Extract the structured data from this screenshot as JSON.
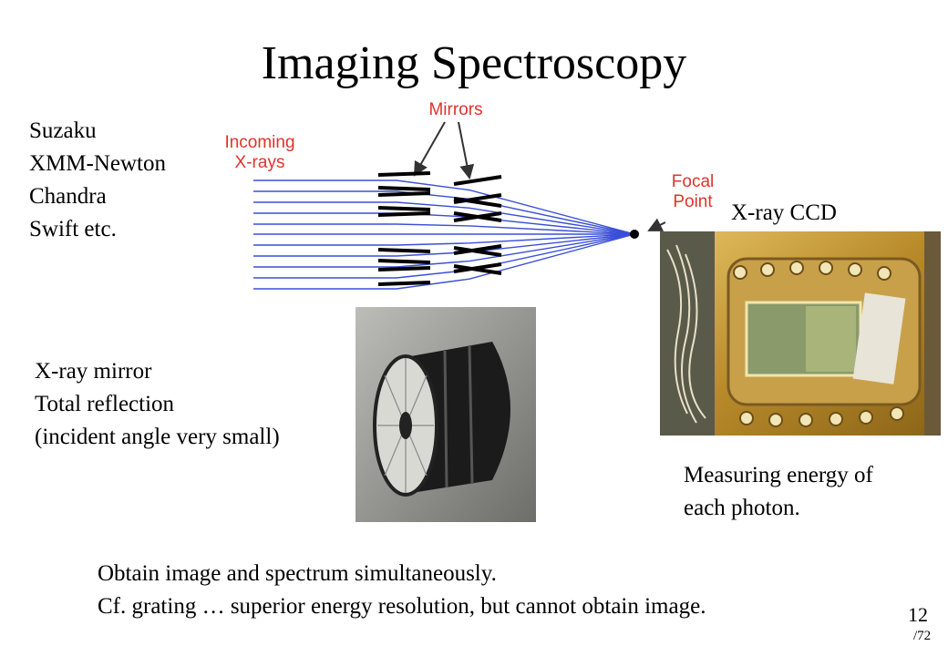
{
  "slide": {
    "title": "Imaging Spectroscopy",
    "missions": [
      "Suzaku",
      "XMM-Newton",
      "Chandra",
      "Swift etc."
    ],
    "diagram": {
      "mirrors_label": "Mirrors",
      "incoming_label_line1": "Incoming",
      "incoming_label_line2": "X-rays",
      "focal_label_line1": "Focal",
      "focal_label_line2": "Point",
      "ray_color": "#3b4fd8",
      "label_color": "#e0332b"
    },
    "ccd_label": "X-ray CCD",
    "mirror_caption": [
      "X-ray mirror",
      "Total reflection",
      "(incident angle very small)"
    ],
    "ccd_caption": [
      "Measuring energy of",
      "each photon."
    ],
    "bottom_text": [
      "Obtain image and spectrum simultaneously.",
      "Cf. grating … superior energy resolution, but cannot obtain image."
    ],
    "page_number": "12",
    "page_total": "/72"
  }
}
